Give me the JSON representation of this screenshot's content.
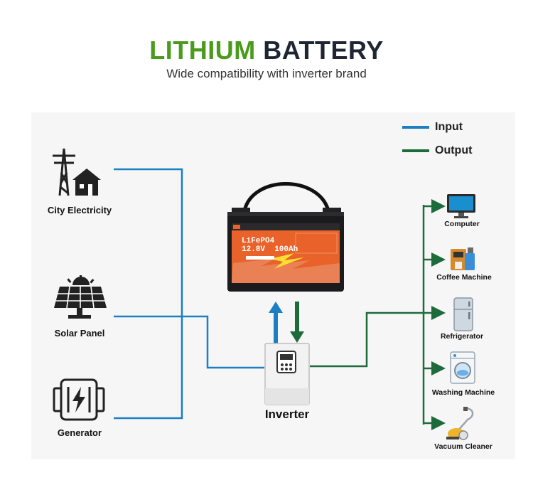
{
  "header": {
    "title_green": "LITHIUM",
    "title_dark": "BATTERY",
    "subtitle": "Wide compatibility with inverter brand"
  },
  "legend": {
    "input_label": "Input",
    "output_label": "Output",
    "input_color": "#1a7fc4",
    "output_color": "#1d6b3a"
  },
  "sources": [
    {
      "label": "City Electricity",
      "icon": "power-tower-house-icon"
    },
    {
      "label": "Solar Panel",
      "icon": "solar-panel-icon"
    },
    {
      "label": "Generator",
      "icon": "generator-icon"
    }
  ],
  "battery": {
    "line1": "LiFePO4",
    "line2": "12.8V  100Ah"
  },
  "inverter": {
    "label": "Inverter"
  },
  "loads": [
    {
      "label": "Computer",
      "icon": "computer-monitor-icon"
    },
    {
      "label": "Coffee Machine",
      "icon": "coffee-machine-icon"
    },
    {
      "label": "Refrigerator",
      "icon": "refrigerator-icon"
    },
    {
      "label": "Washing Machine",
      "icon": "washing-machine-icon"
    },
    {
      "label": "Vacuum Cleaner",
      "icon": "vacuum-cleaner-icon"
    }
  ]
}
